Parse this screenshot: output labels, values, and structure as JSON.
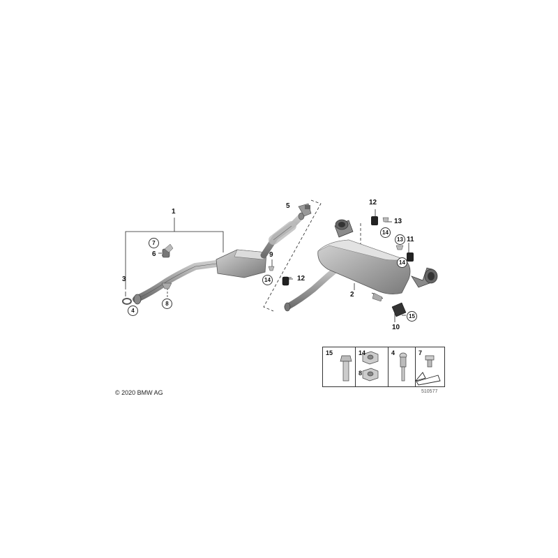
{
  "labels": {
    "l1": "1",
    "l2": "2",
    "l3": "3",
    "l5": "5",
    "l6": "6",
    "l9": "9",
    "l10": "10",
    "l11": "11",
    "l12a": "12",
    "l12b": "12",
    "l13": "13"
  },
  "circled": {
    "c4": "4",
    "c7": "7",
    "c8": "8",
    "c13": "13",
    "c14a": "14",
    "c14b": "14",
    "c14c": "14",
    "c15": "15"
  },
  "legend": {
    "cells": [
      "15",
      "14",
      "8",
      "4",
      "7"
    ]
  },
  "copyright": "© 2020 BMW AG",
  "drawing_id": "510577"
}
